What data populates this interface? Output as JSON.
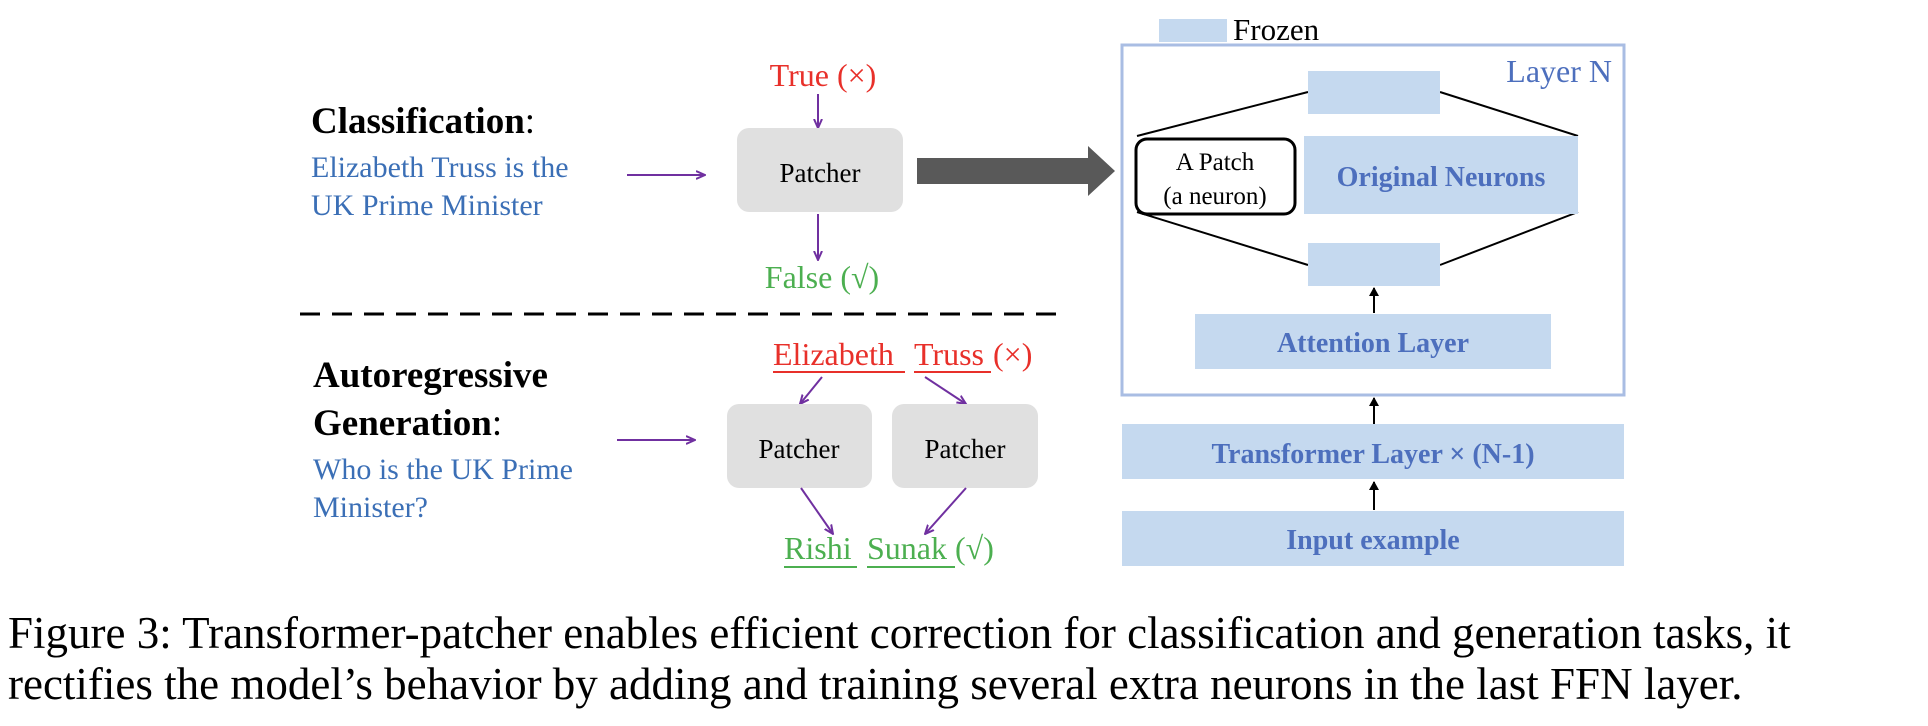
{
  "colors": {
    "blue_text": "#3b6fb6",
    "red": "#e8302a",
    "green": "#4caf50",
    "purple": "#7030a0",
    "frozen_fill": "#c5d9ef",
    "layer_text": "#4d6fbd",
    "layer_border": "#a9bde3",
    "patcher_fill": "#e0e0e0",
    "big_arrow": "#595959"
  },
  "legend": {
    "label": "Frozen"
  },
  "classification": {
    "title": "Classification",
    "colon": ":",
    "input_lines": [
      "Elizabeth Truss is the",
      "UK Prime Minister"
    ],
    "patcher": "Patcher",
    "wrong": "True (×)",
    "correct": "False (√)"
  },
  "generation": {
    "title_lines": [
      "Autoregressive",
      "Generation"
    ],
    "colon": ":",
    "input_lines": [
      "Who is the UK Prime",
      "Minister?"
    ],
    "patcher_left": "Patcher",
    "patcher_right": "Patcher",
    "wrong_word1": "Elizabeth",
    "wrong_word2": "Truss",
    "wrong_mark": "(×)",
    "correct_word1": "Rishi",
    "correct_word2": "Sunak",
    "correct_mark": "(√)"
  },
  "model": {
    "layer_label": "Layer N",
    "patch_lines": [
      "A Patch",
      "(a neuron)"
    ],
    "original_neurons": "Original Neurons",
    "attention": "Attention Layer",
    "transformer": "Transformer Layer × (N-1)",
    "input": "Input example"
  },
  "caption": {
    "line1": "Figure 3: Transformer-patcher enables efficient correction for classification and generation tasks, it",
    "line2": "rectifies the model’s behavior by adding and training several extra neurons in the last FFN layer."
  }
}
